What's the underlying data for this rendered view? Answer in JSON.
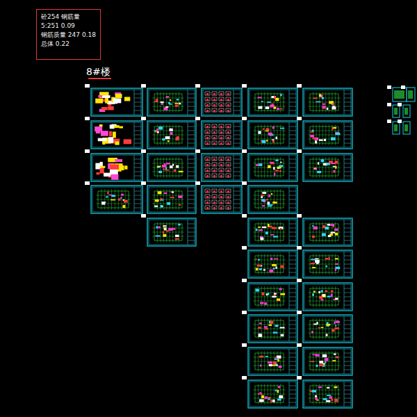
{
  "diagram": {
    "title": "8#楼",
    "nodes": [
      {
        "text": [
          "砼254 钢筋量",
          "5:251 0.09",
          "钢筋质量 247 0.18",
          "总体 0.22"
        ]
      }
    ]
  }
}
